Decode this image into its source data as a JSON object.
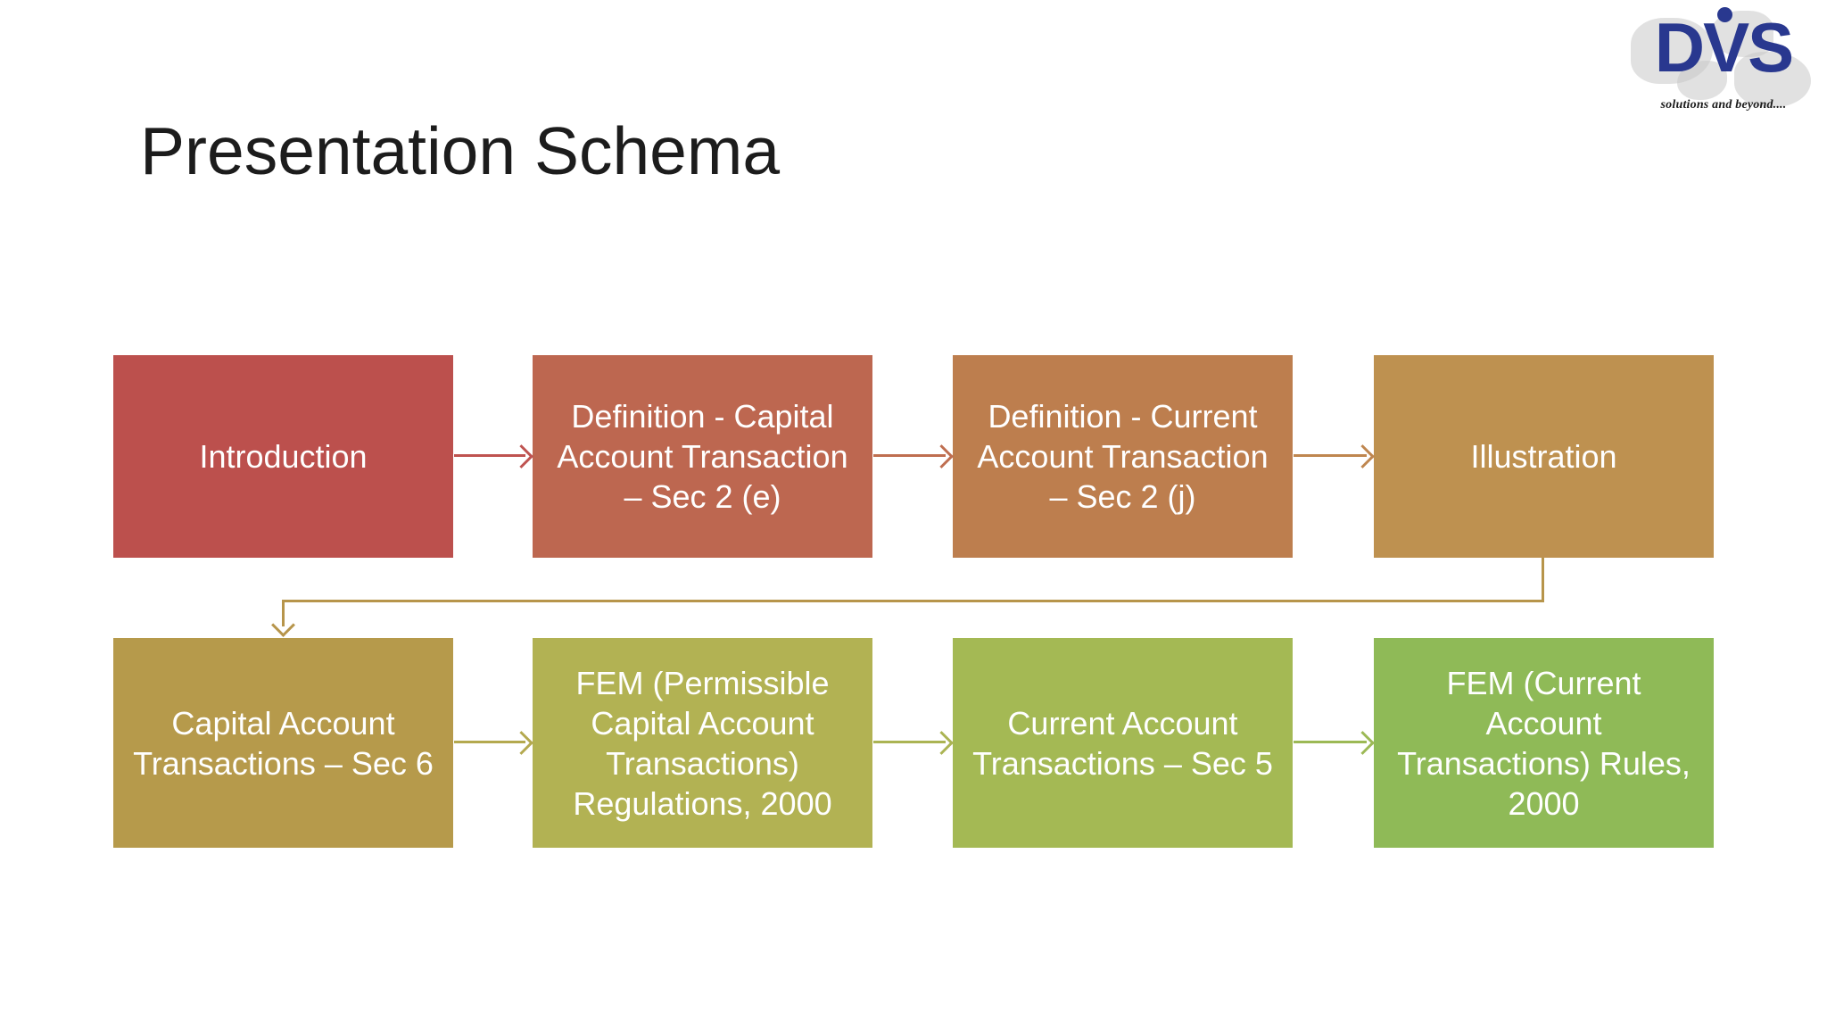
{
  "slide": {
    "title": "Presentation Schema"
  },
  "logo": {
    "letters": {
      "d": "D",
      "v": "V",
      "s": "S"
    },
    "tagline": "solutions and beyond....",
    "brand_color": "#29388f"
  },
  "flowchart": {
    "row1": {
      "boxes": [
        {
          "label": "Introduction",
          "color": "#bc504d"
        },
        {
          "label": "Definition - Capital\nAccount Transaction\n– Sec 2 (e)",
          "color": "#bd6750"
        },
        {
          "label": "Definition - Current\nAccount Transaction\n– Sec 2 (j)",
          "color": "#bd7e4e"
        },
        {
          "label": "Illustration",
          "color": "#be9150"
        }
      ],
      "arrows": [
        {
          "color": "#bf5350"
        },
        {
          "color": "#bf6e50"
        },
        {
          "color": "#bf864f"
        }
      ]
    },
    "row2": {
      "boxes": [
        {
          "label": "Capital Account\nTransactions – Sec 6",
          "color": "#b69a4b"
        },
        {
          "label": "FEM (Permissible\nCapital Account\nTransactions)\nRegulations, 2000",
          "color": "#b2b253"
        },
        {
          "label": "Current Account\nTransactions – Sec 5",
          "color": "#a4b954"
        },
        {
          "label": "FEM (Current\nAccount\nTransactions) Rules,\n2000",
          "color": "#8fba57"
        }
      ],
      "arrows": [
        {
          "color": "#b4a94f"
        },
        {
          "color": "#abb453"
        },
        {
          "color": "#9cb955"
        }
      ]
    },
    "connector": {
      "color": "#b7954b"
    }
  }
}
